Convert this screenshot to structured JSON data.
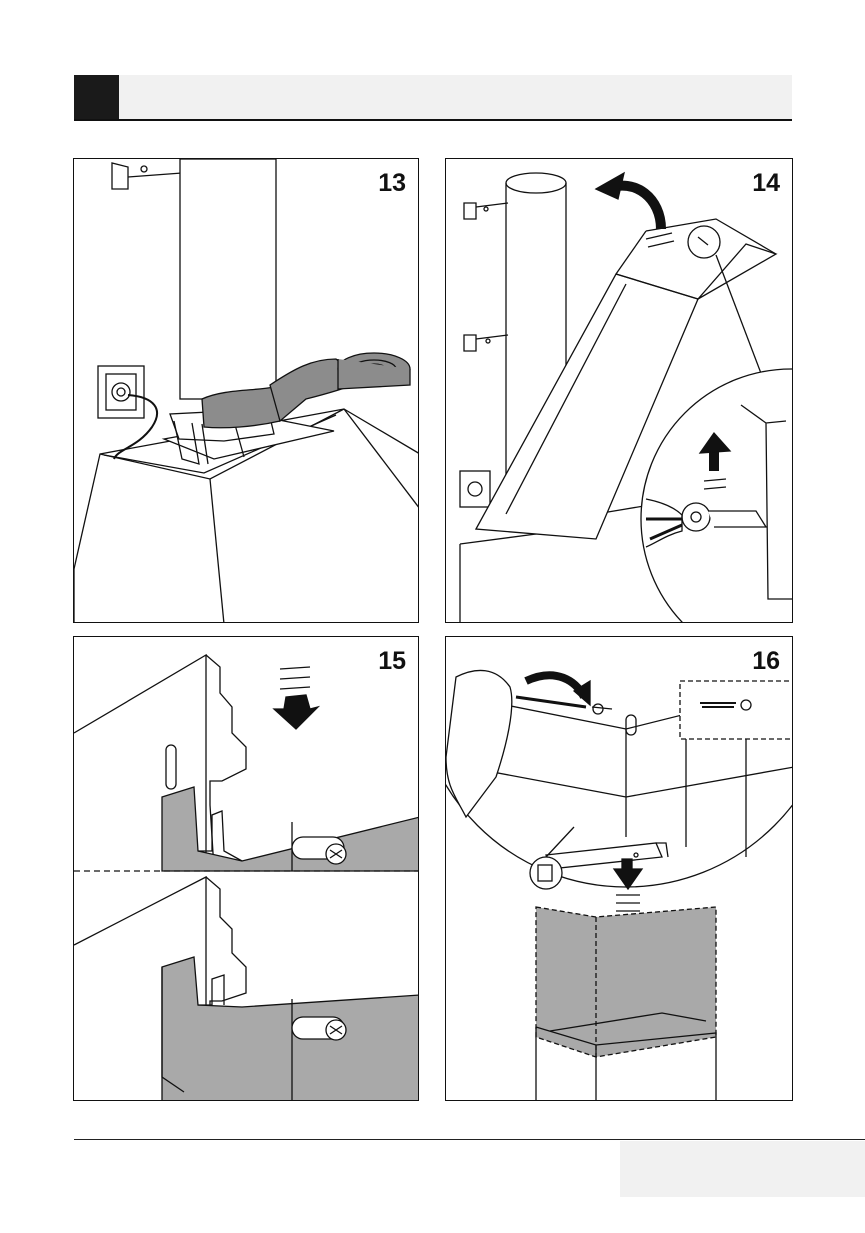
{
  "header": {
    "title": ""
  },
  "steps": [
    {
      "number": "13"
    },
    {
      "number": "14"
    },
    {
      "number": "15"
    },
    {
      "number": "16"
    }
  ],
  "footer": {
    "page_label": ""
  },
  "colors": {
    "ink": "#111111",
    "gray_fill": "#a9a9a9",
    "tape": "#8c8c8c",
    "header_bg": "#f1f1f1",
    "header_square": "#1a1a1a"
  },
  "icons": [
    "power-socket-icon",
    "pliers-icon",
    "screwdriver-icon",
    "screw-icon",
    "arrow-down-icon",
    "arrow-up-icon",
    "curved-arrow-icon"
  ]
}
